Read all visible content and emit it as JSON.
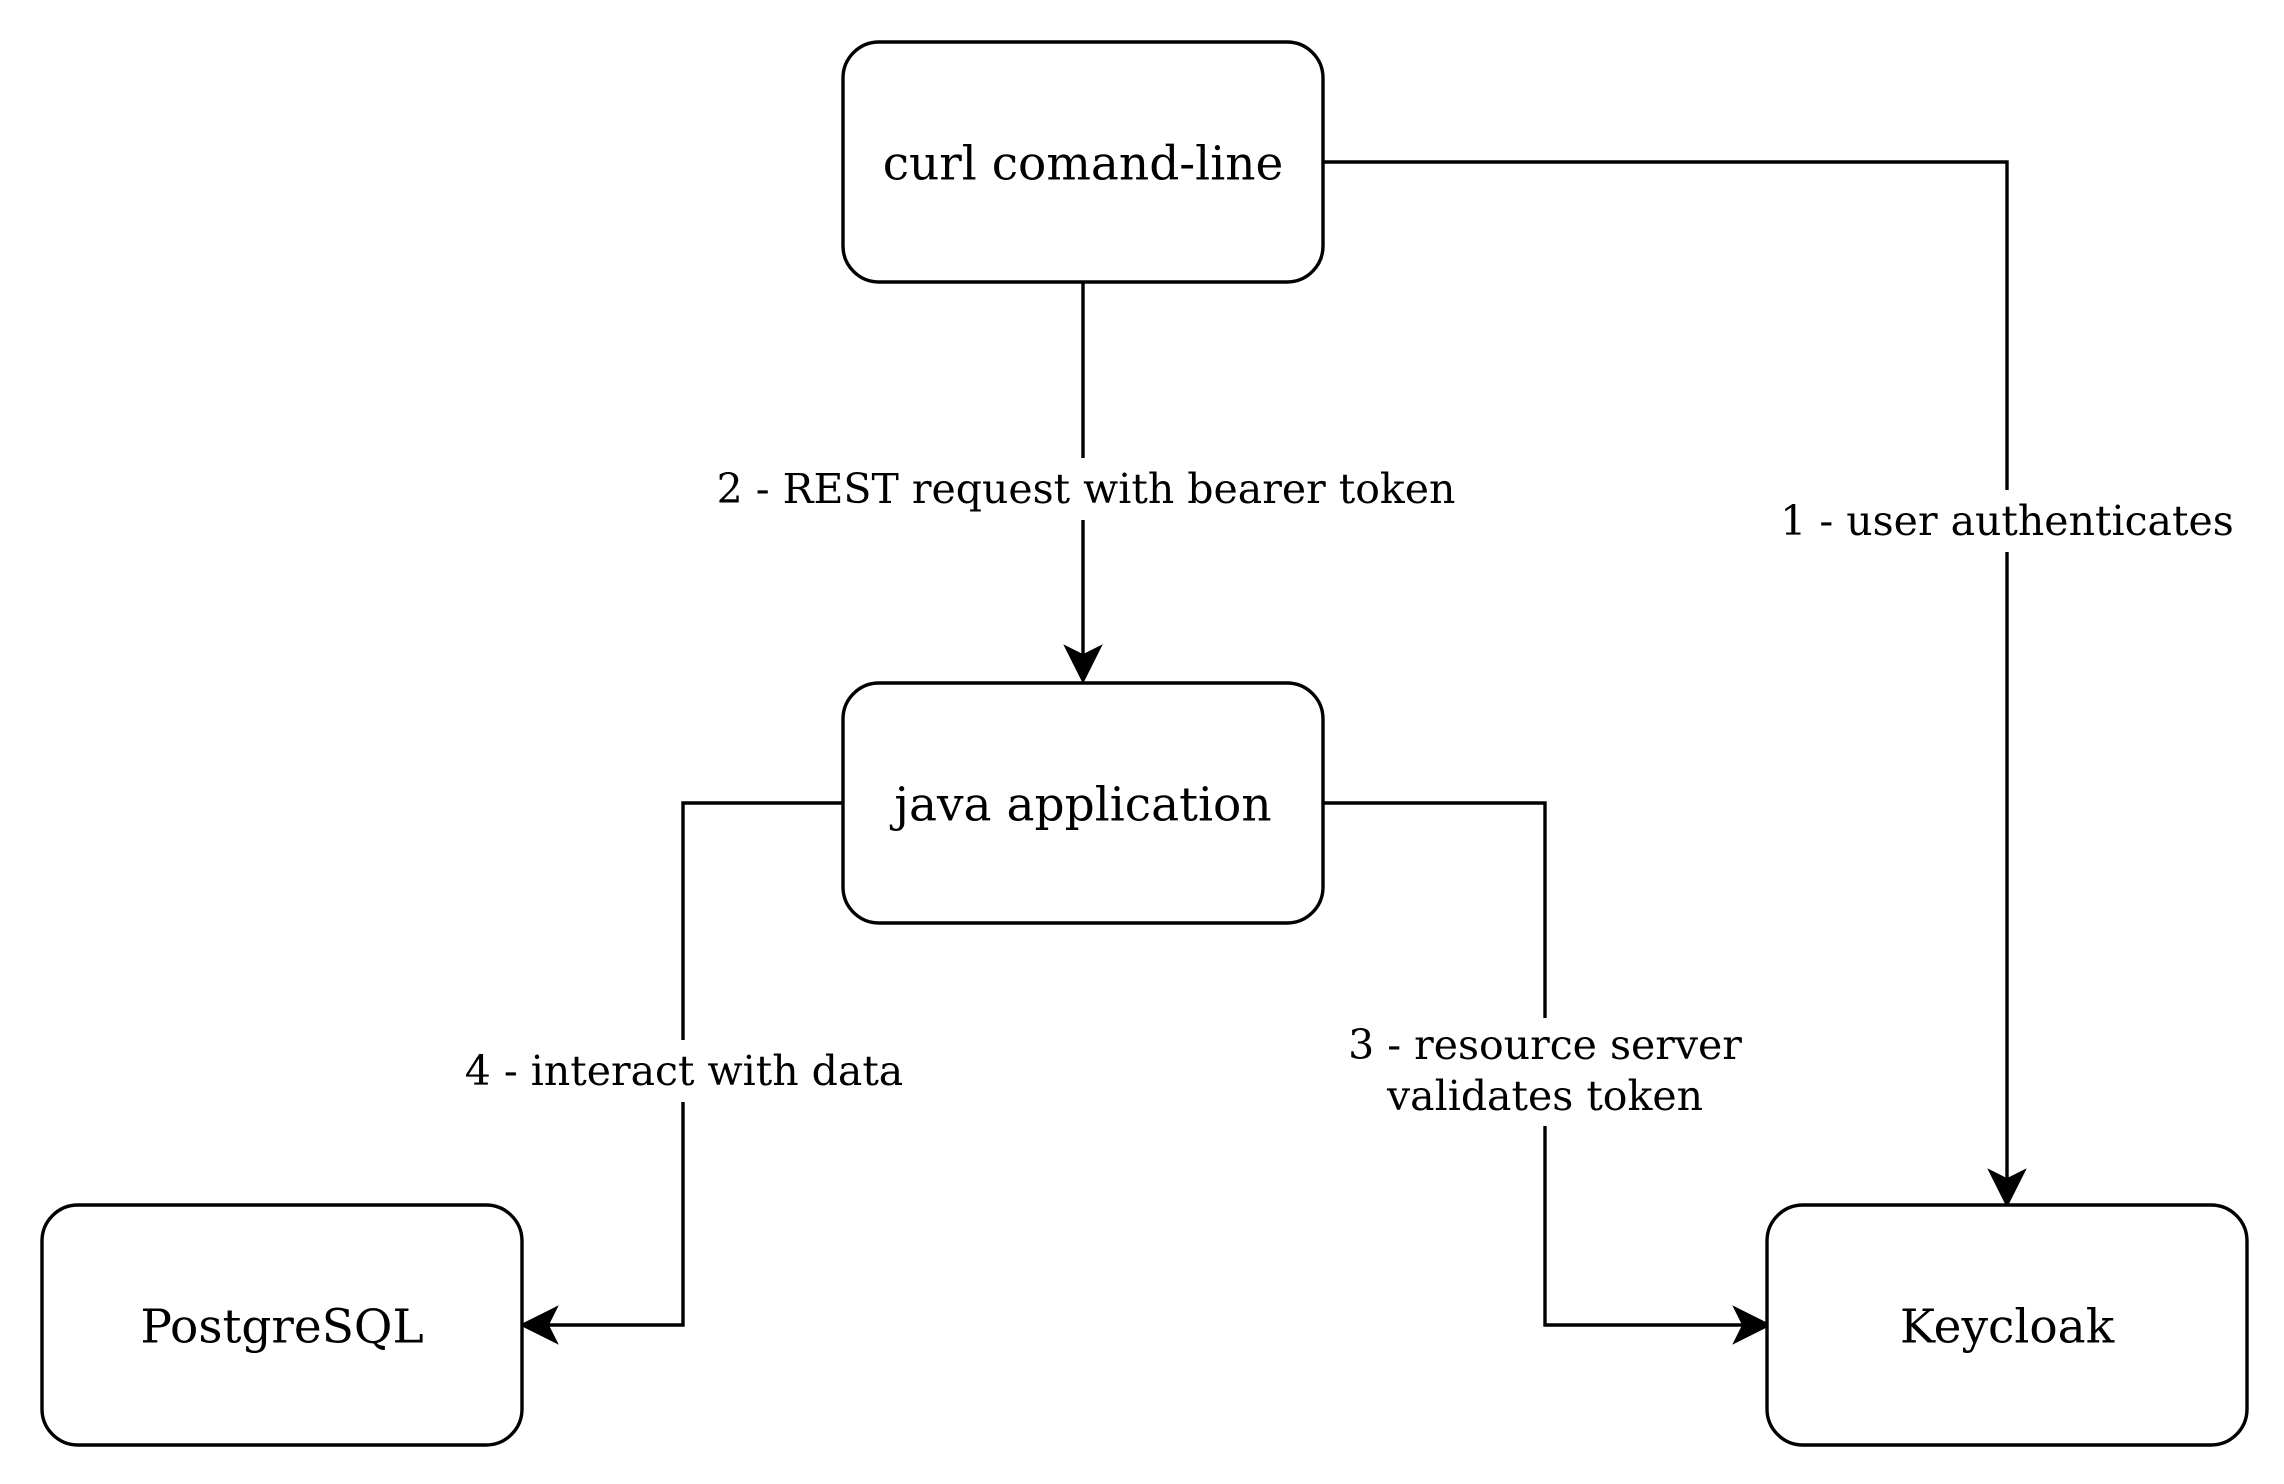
{
  "nodes": {
    "curl": {
      "label": "curl comand-line"
    },
    "java": {
      "label": "java application"
    },
    "postgres": {
      "label": "PostgreSQL"
    },
    "keycloak": {
      "label": "Keycloak"
    }
  },
  "edges": {
    "rest_request": {
      "label": "2 - REST request with bearer token",
      "from": "curl",
      "to": "java"
    },
    "user_auth": {
      "label": "1 - user authenticates",
      "from": "curl",
      "to": "keycloak"
    },
    "validate_token": {
      "line1": "3 - resource server",
      "line2": "validates token",
      "from": "java",
      "to": "keycloak"
    },
    "interact_data": {
      "label": "4 - interact with data",
      "from": "java",
      "to": "postgres"
    }
  },
  "colors": {
    "stroke": "#000000",
    "fill": "#ffffff"
  }
}
